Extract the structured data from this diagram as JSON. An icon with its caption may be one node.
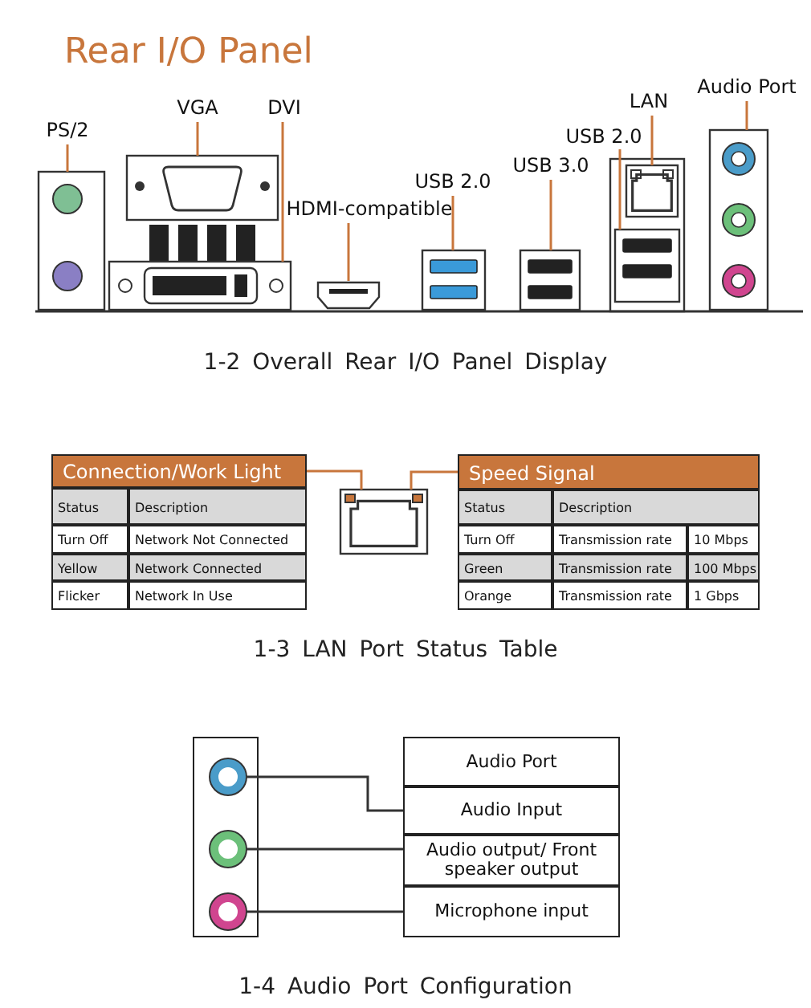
{
  "diagram": {
    "title": "Rear I/O Panel",
    "nodes": [
      {
        "text": [
          "PS/2"
        ]
      },
      {
        "text": [],
        "shape": "box"
      },
      {
        "text": [
          "VGA"
        ]
      },
      {
        "text": [],
        "shape": "box"
      },
      {
        "text": [
          "DVI"
        ]
      },
      {
        "text": [],
        "shape": "box"
      },
      {
        "text": [
          "HDMI-compatible"
        ]
      },
      {
        "text": [],
        "shape": "box"
      },
      {
        "text": [
          "USB 2.0"
        ]
      },
      {
        "text": [],
        "shape": "box"
      },
      {
        "text": [
          "USB 3.0"
        ]
      },
      {
        "text": [],
        "shape": "box"
      },
      {
        "text": [
          "USB 2.0"
        ]
      },
      {
        "text": [],
        "shape": "box"
      },
      {
        "text": [
          "LAN"
        ]
      },
      {
        "text": [],
        "shape": "box"
      },
      {
        "text": [
          "Audio Port"
        ]
      },
      {
        "text": [],
        "shape": "box"
      },
      {
        "text": [
          "Connection/Work Light"
        ]
      },
      {
        "text": [],
        "shape": "box"
      },
      {
        "text": [
          "Speed Signal"
        ]
      },
      {
        "text": [],
        "shape": "box"
      },
      {
        "text": [],
        "shape": "circle",
        "in": 21
      },
      {
        "text": [],
        "shape": "circle",
        "in": 21
      },
      {
        "text": [],
        "shape": "circle",
        "in": 21
      },
      {
        "text": [
          "Audio Port"
        ]
      },
      {
        "text": [
          "Audio Input"
        ]
      },
      {
        "text": [
          "Audio output/ Front speaker output"
        ]
      },
      {
        "text": [
          "Microphone input"
        ]
      }
    ],
    "edges": [
      {
        "from": 0,
        "to": 1,
        "arrow": "none"
      },
      {
        "from": 2,
        "to": 3,
        "arrow": "none"
      },
      {
        "from": 4,
        "to": 5,
        "arrow": "none"
      },
      {
        "from": 6,
        "to": 7,
        "arrow": "none"
      },
      {
        "from": 8,
        "to": 9,
        "arrow": "none"
      },
      {
        "from": 10,
        "to": 11,
        "arrow": "none"
      },
      {
        "from": 12,
        "to": 13,
        "arrow": "none"
      },
      {
        "from": 14,
        "to": 15,
        "arrow": "none"
      },
      {
        "from": 16,
        "to": 17,
        "arrow": "none"
      },
      {
        "from": 18,
        "to": 19,
        "arrow": "none"
      },
      {
        "from": 20,
        "to": 19,
        "arrow": "none"
      },
      {
        "from": 22,
        "to": 26,
        "arrow": "none",
        "color": "#333333"
      },
      {
        "from": 23,
        "to": 27,
        "arrow": "none",
        "color": "#333333"
      },
      {
        "from": 24,
        "to": 28,
        "arrow": "none",
        "color": "#333333"
      }
    ],
    "labels": [
      "1-2 Overall Rear I/O Panel Display",
      "Status",
      "Description",
      "Turn Off",
      "Network Not Connected",
      "Yellow",
      "Network Connected",
      "Flicker",
      "Network In Use",
      "Status",
      "Description",
      "Turn Off",
      "Transmission rate",
      "10 Mbps",
      "Green",
      "Transmission rate",
      "100 Mbps",
      "Orange",
      "Transmission rate",
      "1 Gbps",
      "1-3 LAN Port Status Table",
      "1-4 Audio Port Configuration"
    ]
  }
}
